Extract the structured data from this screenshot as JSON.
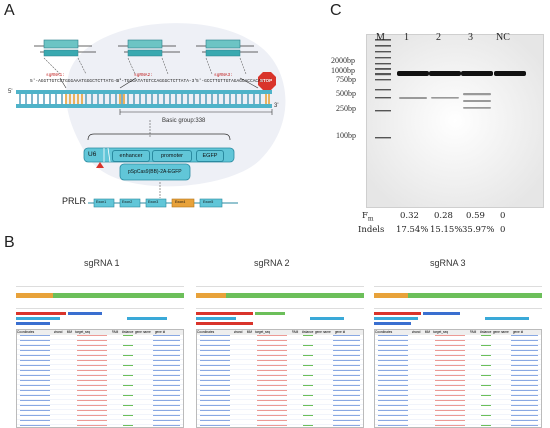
{
  "panels": {
    "a": "A",
    "b": "B",
    "c": "C"
  },
  "panelA": {
    "sgrna1_label": "sgRNA1:",
    "sgrna1_seq": "5'-AGGTTGTCCTGGGAAATGGGCTCTTATG-3'",
    "sgrna2_label": "sgRNA2:",
    "sgrna2_seq": "5'-TGCGATATGTCCAGGGCTCTTATA-3'",
    "sgrna3_label": "sgRNA3:",
    "sgrna3_seq": "5'-GCCTTGTTGTAGAGCACCACAG-3'",
    "five_prime": "5'",
    "three_prime": "3'",
    "stop": "STOP",
    "basic_group": "Basic group:338",
    "vector": {
      "u6": "U6",
      "enhancer": "enhancer",
      "promoter": "promoter",
      "egfp": "EGFP",
      "name": "pSpCas9(BB)-2A-EGFP"
    },
    "gene_label": "PRLR",
    "exons": [
      "Exon1",
      "Exon2",
      "Exon3",
      "Exon4",
      "Exon5"
    ]
  },
  "gel": {
    "lanes": [
      "M",
      "1",
      "2",
      "3",
      "NC"
    ],
    "markers": [
      "2000bp",
      "1000bp",
      "750bp",
      "500bp",
      "250bp",
      "100bp"
    ],
    "fm_label": "F",
    "fm_sub": "m",
    "fm_values": [
      "0.32",
      "0.28",
      "0.59",
      "0"
    ],
    "indels_label": "Indels",
    "indels_values": [
      "17.54%",
      "15.15%",
      "35.97%",
      "0"
    ]
  },
  "panelB": {
    "titles": [
      "sgRNA 1",
      "sgRNA 2",
      "sgRNA 3"
    ],
    "headers": [
      "Coordinates",
      "strand",
      "MM",
      "target_seq",
      "PAM",
      "distance",
      "gene name",
      "gene id"
    ]
  }
}
